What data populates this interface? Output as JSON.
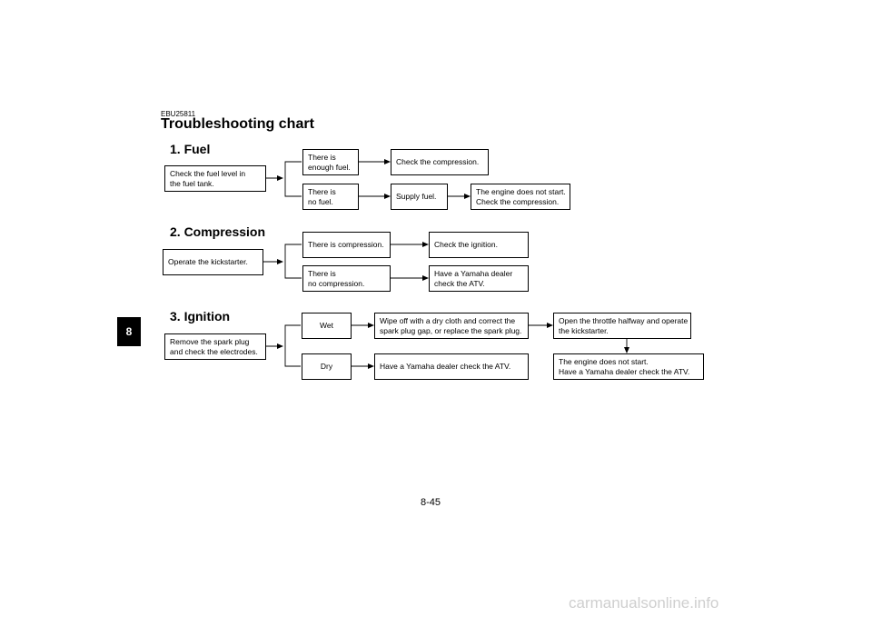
{
  "chapter_tab": "8",
  "code": "EBU25811",
  "title": "Troubleshooting chart",
  "sections": {
    "fuel": {
      "heading": "1. Fuel",
      "check_fuel": "Check the fuel level in\nthe fuel tank.",
      "enough_fuel": "There is\nenough fuel.",
      "check_compression": "Check the compression.",
      "no_fuel": "There is\nno fuel.",
      "supply_fuel": "Supply fuel.",
      "not_start": "The engine does not start.\nCheck the compression."
    },
    "compression": {
      "heading": "2. Compression",
      "operate_kick": "Operate the kickstarter.",
      "has_compression": "There is compression.",
      "check_ignition": "Check the ignition.",
      "no_compression": "There is\nno compression.",
      "dealer_check": "Have a Yamaha dealer\ncheck the ATV."
    },
    "ignition": {
      "heading": "3. Ignition",
      "remove_plug": "Remove the spark plug\nand check the electrodes.",
      "wet": "Wet",
      "wipe": "Wipe off with a dry cloth and correct the\nspark plug gap, or replace the spark plug.",
      "throttle": "Open the throttle halfway and operate\nthe kickstarter.",
      "dry": "Dry",
      "dealer_check": "Have a Yamaha dealer check the ATV.",
      "not_start": "The engine does not start.\nHave a Yamaha dealer check the ATV."
    }
  },
  "page_number": "8-45",
  "watermark": "carmanualsonline.info"
}
